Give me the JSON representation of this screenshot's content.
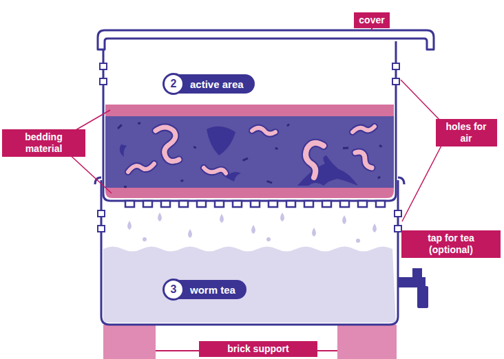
{
  "diagram": {
    "nodes": [
      {
        "text": [
          "cover"
        ]
      },
      {
        "text": [
          "2",
          "active area"
        ]
      },
      {
        "text": [
          "bedding material"
        ]
      },
      {
        "text": [
          "holes for air"
        ]
      },
      {
        "text": [
          "tap for tea (optional)"
        ]
      },
      {
        "text": [
          "3",
          "worm tea"
        ]
      },
      {
        "text": [
          "brick support"
        ]
      }
    ]
  }
}
